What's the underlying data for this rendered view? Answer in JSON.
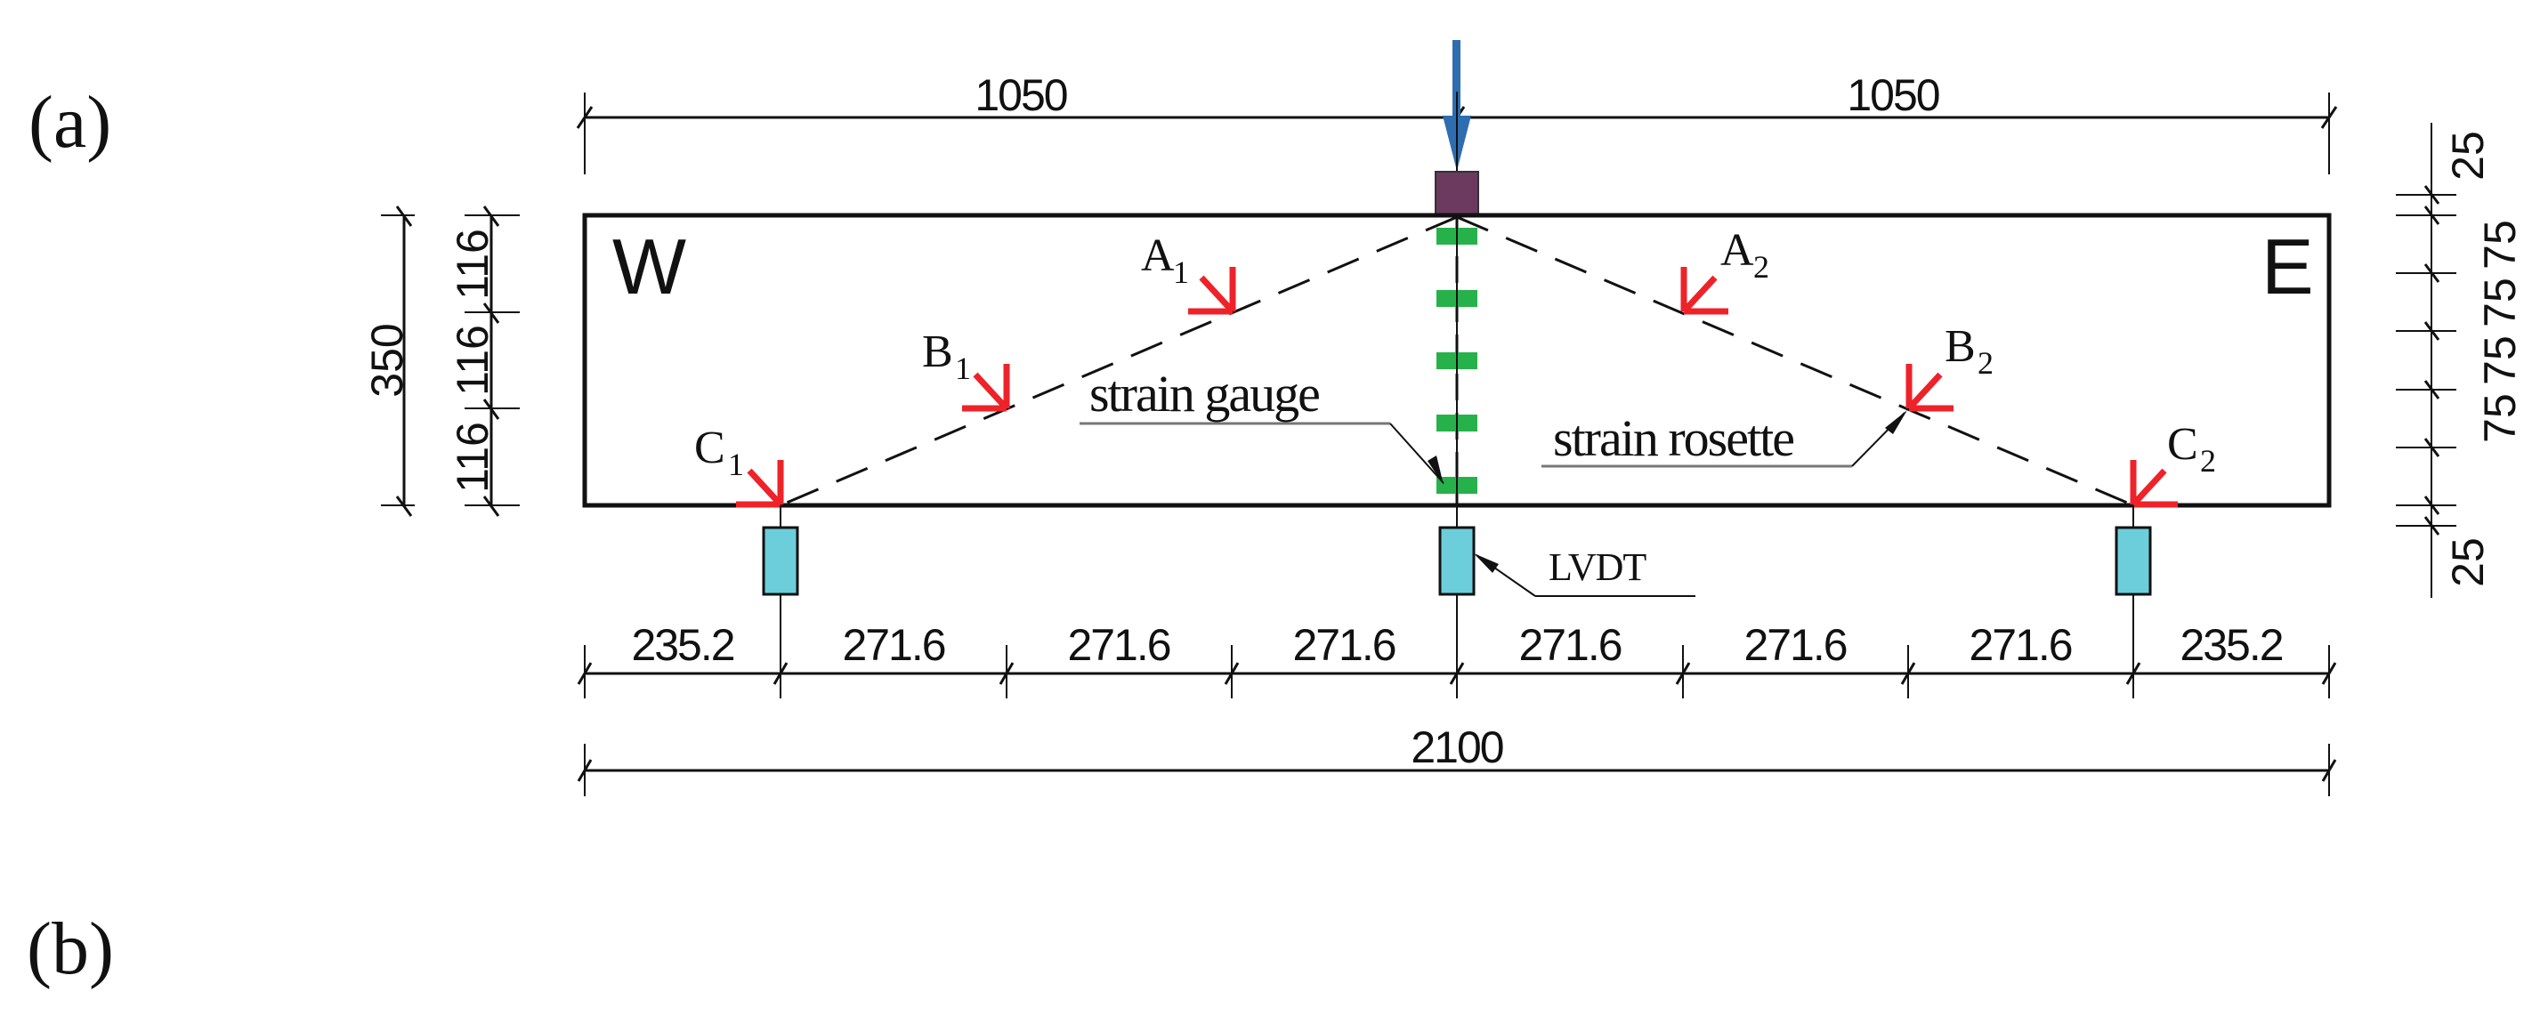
{
  "figure": {
    "panel_labels": {
      "a": "(a)",
      "b": "(b)"
    },
    "beam": {
      "west_label": "W",
      "east_label": "E",
      "span_mm": 2100,
      "depth_mm": 350
    },
    "top_dimensions": [
      "1050",
      "1050"
    ],
    "left_dimensions": {
      "overall": "350",
      "segments": [
        "116",
        "116",
        "116"
      ]
    },
    "right_dimensions": {
      "segments": [
        "25",
        "75",
        "75",
        "75",
        "75",
        "25"
      ]
    },
    "bottom_dimensions": {
      "segments": [
        "235.2",
        "271.6",
        "271.6",
        "271.6",
        "271.6",
        "271.6",
        "271.6",
        "235.2"
      ],
      "overall": "2100"
    },
    "rosettes": [
      {
        "label": "A",
        "sub": "1"
      },
      {
        "label": "B",
        "sub": "1"
      },
      {
        "label": "C",
        "sub": "1"
      },
      {
        "label": "A",
        "sub": "2"
      },
      {
        "label": "B",
        "sub": "2"
      },
      {
        "label": "C",
        "sub": "2"
      }
    ],
    "annotations": {
      "strain_gauge": "strain gauge",
      "strain_rosette": "strain rosette",
      "lvdt": "LVDT"
    },
    "colors": {
      "load_arrow": "#2e6db0",
      "loading_plate": "#6b3a5e",
      "strain_gauge": "#27b14a",
      "rosette": "#ee2229",
      "lvdt": "#6ccedb",
      "line": "#111111"
    }
  }
}
